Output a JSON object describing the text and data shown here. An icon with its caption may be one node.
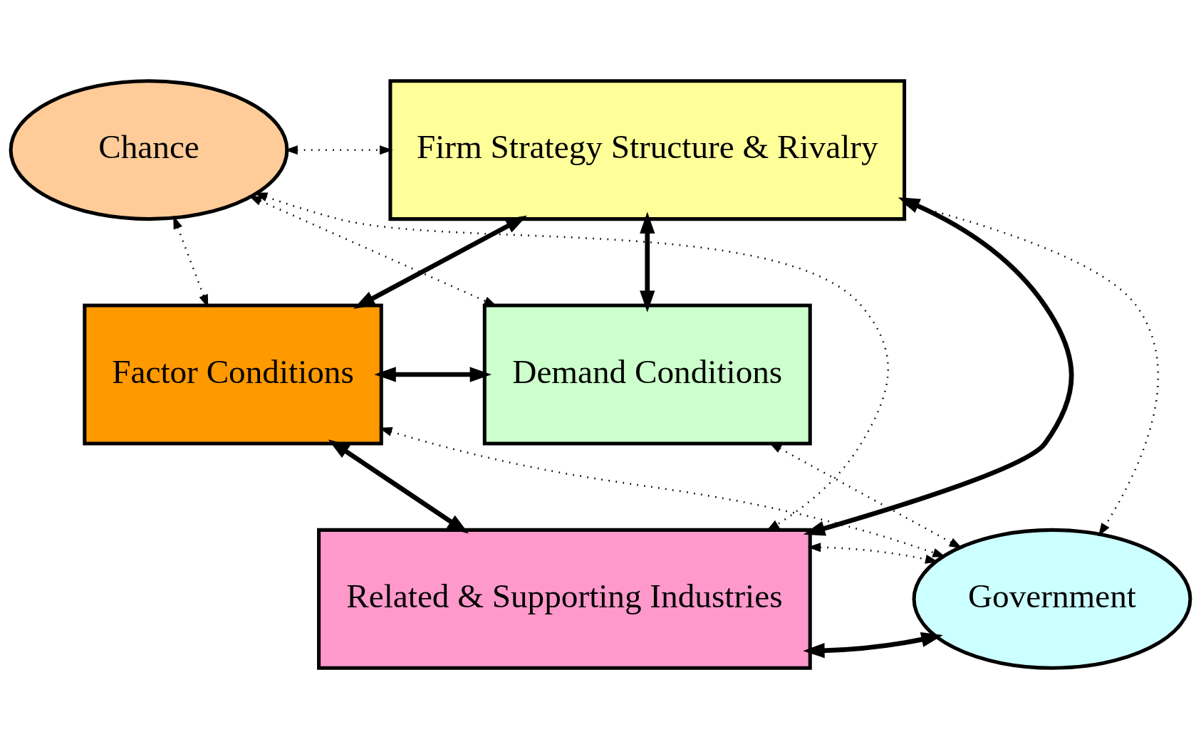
{
  "diagram": {
    "nodes": [
      {
        "text": [
          "Chance"
        ]
      },
      {
        "text": [
          "Firm Strategy Structure & Rivalry"
        ]
      },
      {
        "text": [
          "Factor Conditions"
        ]
      },
      {
        "text": [
          "Demand Conditions"
        ]
      },
      {
        "text": [
          "Related & Supporting Industries"
        ]
      },
      {
        "text": [
          "Government"
        ]
      }
    ],
    "edges": [
      {
        "from": 0,
        "to": 1,
        "arrow": "both",
        "style": "dashed"
      },
      {
        "from": 0,
        "to": 3,
        "arrow": "both",
        "style": "dashed"
      },
      {
        "from": 0,
        "to": 2,
        "arrow": "both",
        "style": "dashed"
      },
      {
        "from": 0,
        "to": 4,
        "arrow": "both",
        "style": "dashed"
      },
      {
        "from": 1,
        "to": 2,
        "arrow": "both",
        "style": "thick"
      },
      {
        "from": 1,
        "to": 3,
        "arrow": "both",
        "style": "thick"
      },
      {
        "from": 1,
        "to": 4,
        "arrow": "both",
        "style": "thick"
      },
      {
        "from": 2,
        "to": 3,
        "arrow": "both",
        "style": "thick"
      },
      {
        "from": 2,
        "to": 4,
        "arrow": "both",
        "style": "thick"
      },
      {
        "from": 4,
        "to": 5,
        "arrow": "both",
        "style": "thick"
      },
      {
        "from": 1,
        "to": 5,
        "arrow": "both",
        "style": "dashed"
      },
      {
        "from": 2,
        "to": 5,
        "arrow": "both",
        "style": "dashed"
      },
      {
        "from": 3,
        "to": 5,
        "arrow": "both",
        "style": "dashed"
      },
      {
        "from": 4,
        "to": 5,
        "arrow": "both",
        "style": "dashed"
      }
    ]
  }
}
